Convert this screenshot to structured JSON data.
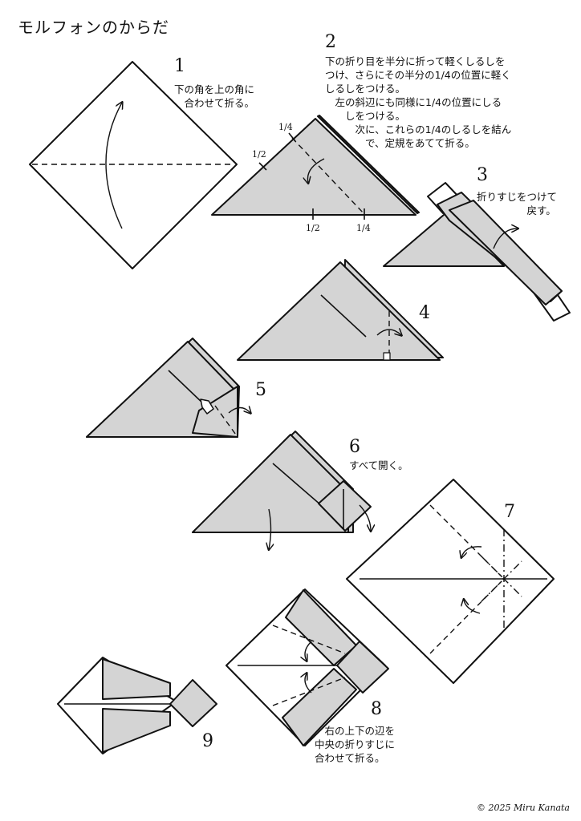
{
  "title": "モルフォンのからだ",
  "steps": [
    {
      "number": "1",
      "text": "下の角を上の角に\n　合わせて折る。"
    },
    {
      "number": "2",
      "text": "下の折り目を半分に折って軽くしるしを\nつけ、さらにその半分の1/4の位置に軽く\nしるしをつける。\n　左の斜辺にも同様に1/4の位置にしる\n　　しをつける。\n　　　次に、これらの1/4のしるしを結ん\n　　　　で、定規をあてて折る。"
    },
    {
      "number": "3",
      "text": "折りすじをつけて\n　　　　　戻す。"
    },
    {
      "number": "4",
      "text": ""
    },
    {
      "number": "5",
      "text": ""
    },
    {
      "number": "6",
      "text": "すべて開く。"
    },
    {
      "number": "7",
      "text": ""
    },
    {
      "number": "8",
      "text": "　右の上下の辺を\n中央の折りすじに\n合わせて折る。"
    },
    {
      "number": "9",
      "text": ""
    }
  ],
  "marks": {
    "quarter_top": "1/4",
    "half_left": "1/2",
    "half_bottom": "1/2",
    "quarter_bottom": "1/4"
  },
  "copyright": "© 2025 Miru Kanata",
  "colors": {
    "paper_back": "#d4d4d4",
    "paper_front": "#ffffff",
    "line": "#111111"
  }
}
